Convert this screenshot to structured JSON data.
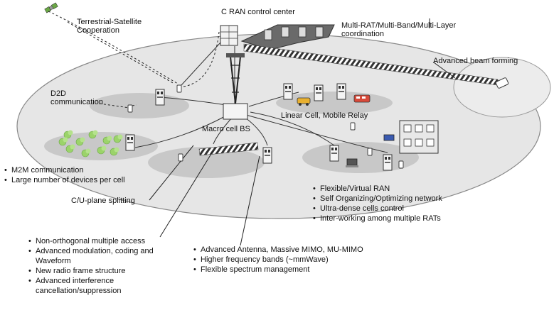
{
  "labels": {
    "cran_center": "C RAN control center",
    "terrestrial_satellite": "Terrestrial-Satellite\nCooperation",
    "multi_rat": "Multi-RAT/Multi-Band/Multi-Layer\ncoordination",
    "beam_forming": "Advanced beam forming",
    "d2d": "D2D\ncommunication",
    "linear_cell": "Linear Cell, Mobile Relay",
    "macro_cell": "Macro cell BS",
    "cu_plane": "C/U-plane splitting"
  },
  "lists": {
    "m2m": [
      "M2M communication",
      "Large number of devices per cell"
    ],
    "ran": [
      "Flexible/Virtual RAN",
      "Self Organizing/Optimizing network",
      "Ultra-dense cells control",
      "Inter-working among multiple RATs"
    ],
    "access": [
      "Non-orthogonal multiple access",
      "Advanced modulation, coding and Waveform",
      "New radio frame structure",
      "Advanced interference cancellation/suppression"
    ],
    "antenna": [
      "Advanced Antenna, Massive MIMO, MU-MIMO",
      "Higher frequency bands (~mmWave)",
      "Flexible spectrum management"
    ]
  },
  "colors": {
    "cloud": "#e6e6e6",
    "cell": "#c4c4c4",
    "outline": "#777777",
    "line": "#333333",
    "device": "#9bd36a"
  },
  "icons": [
    "satellite-icon",
    "server-icon",
    "tower-icon",
    "base-station-icon",
    "phone-icon",
    "car-icon",
    "train-icon",
    "building-icon",
    "laptop-icon",
    "printer-icon"
  ]
}
